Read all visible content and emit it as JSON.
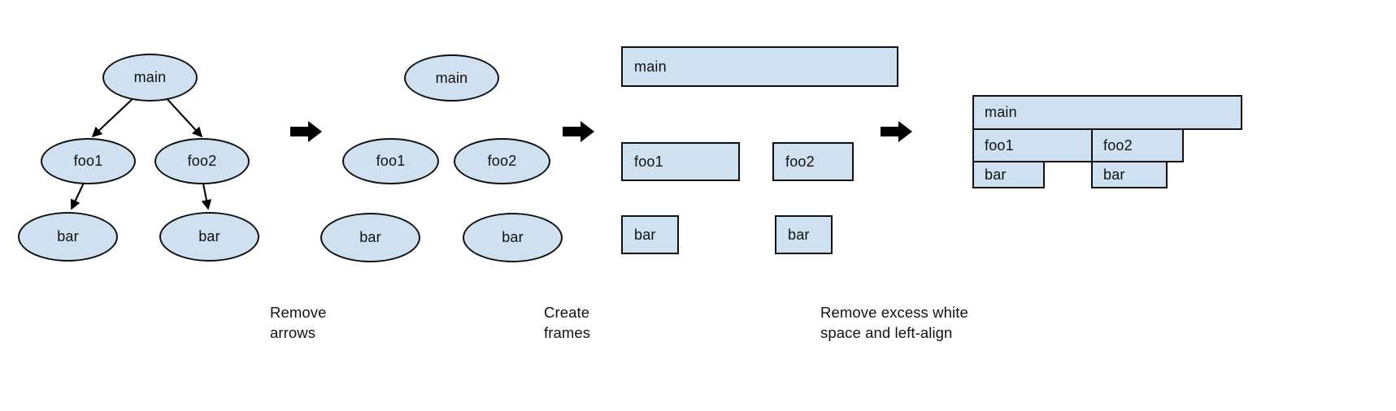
{
  "figure": {
    "background_color": "#ffffff",
    "node_fill": "#cfe0f0",
    "node_stroke": "#111111",
    "text_color": "#111111",
    "arrow_color": "#000000"
  },
  "panels": [
    {
      "id": "panel-1",
      "kind": "call-graph-with-arrows",
      "nodes": [
        {
          "label": "main",
          "shape": "ellipse"
        },
        {
          "label": "foo1",
          "shape": "ellipse"
        },
        {
          "label": "foo2",
          "shape": "ellipse"
        },
        {
          "label": "bar",
          "shape": "ellipse"
        },
        {
          "label": "bar",
          "shape": "ellipse"
        }
      ],
      "edges": [
        {
          "from": "main",
          "to": "foo1"
        },
        {
          "from": "main",
          "to": "foo2"
        },
        {
          "from": "foo1",
          "to": "bar"
        },
        {
          "from": "foo2",
          "to": "bar"
        }
      ]
    },
    {
      "id": "panel-2",
      "kind": "nodes-without-arrows",
      "nodes": [
        {
          "label": "main",
          "shape": "ellipse"
        },
        {
          "label": "foo1",
          "shape": "ellipse"
        },
        {
          "label": "foo2",
          "shape": "ellipse"
        },
        {
          "label": "bar",
          "shape": "ellipse"
        },
        {
          "label": "bar",
          "shape": "ellipse"
        }
      ]
    },
    {
      "id": "panel-3",
      "kind": "frames",
      "nodes": [
        {
          "label": "main",
          "shape": "rect"
        },
        {
          "label": "foo1",
          "shape": "rect"
        },
        {
          "label": "foo2",
          "shape": "rect"
        },
        {
          "label": "bar",
          "shape": "rect"
        },
        {
          "label": "bar",
          "shape": "rect"
        }
      ]
    },
    {
      "id": "panel-4",
      "kind": "flame-graph",
      "nodes": [
        {
          "label": "main",
          "shape": "rect",
          "depth": 0
        },
        {
          "label": "foo1",
          "shape": "rect",
          "depth": 1
        },
        {
          "label": "foo2",
          "shape": "rect",
          "depth": 1
        },
        {
          "label": "bar",
          "shape": "rect",
          "depth": 2
        },
        {
          "label": "bar",
          "shape": "rect",
          "depth": 2
        }
      ]
    }
  ],
  "step_arrows": [
    {
      "id": "step-arrow-1",
      "glyph": "right-arrow"
    },
    {
      "id": "step-arrow-2",
      "glyph": "right-arrow"
    },
    {
      "id": "step-arrow-3",
      "glyph": "right-arrow"
    }
  ],
  "captions": [
    {
      "id": "caption-1",
      "text": "Remove\narrows"
    },
    {
      "id": "caption-2",
      "text": "Create\nframes"
    },
    {
      "id": "caption-3",
      "text": "Remove excess white\nspace and left-align"
    }
  ]
}
